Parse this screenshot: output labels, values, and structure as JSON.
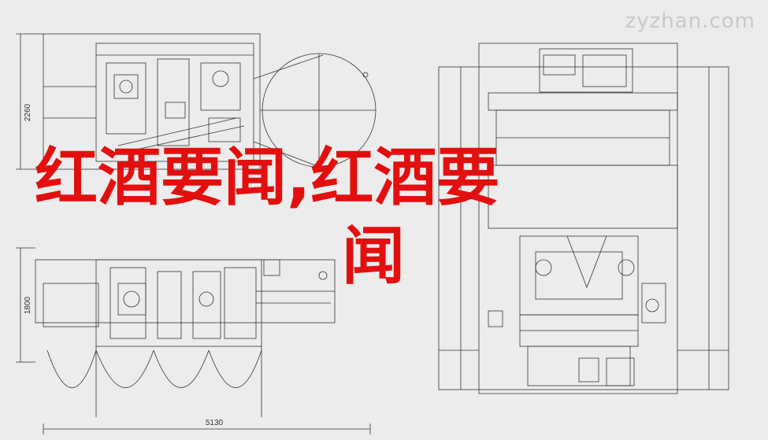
{
  "watermark": "zyzhan.com",
  "headline": {
    "line1": "红酒要闻,红酒要",
    "line2": "闻"
  },
  "dimensions": {
    "top_view_height": "2260",
    "side_view_height": "1800",
    "overall_length": "5130"
  },
  "colors": {
    "background": "#ececec",
    "line": "#333333",
    "headline": "#e30f0f",
    "watermark": "#c9c9c9"
  }
}
